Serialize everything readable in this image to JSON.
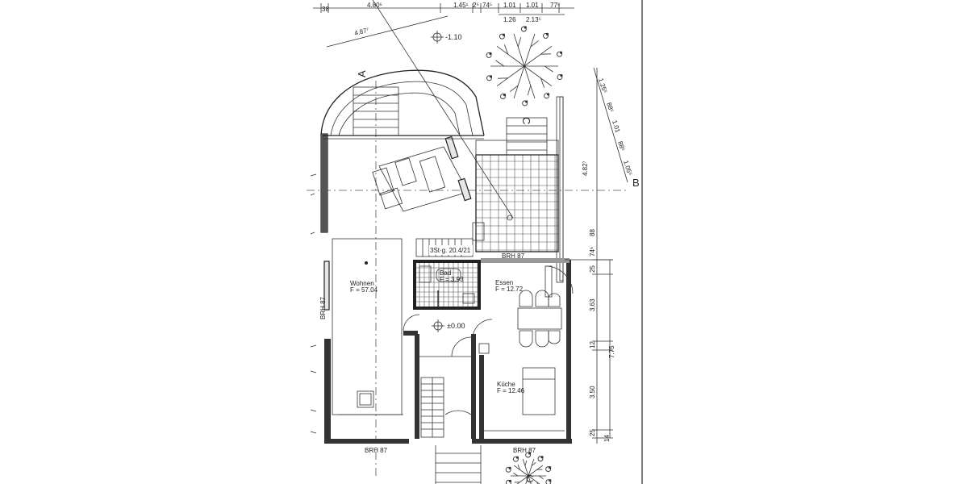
{
  "top_dims": [
    "38",
    "4.80⁶",
    "1.45¹",
    "2⁵",
    "74⁵",
    "1.01",
    "1.01",
    "77⁵",
    "1.26",
    "2.13⁵"
  ],
  "diag_dim": "4.87⁷",
  "level_top": "-1.10",
  "level_main": "±0.00",
  "stair_label": "3St·g. 20.4/21",
  "section_a": "A",
  "section_b": "B",
  "section_c": "C",
  "right_diag_dims": [
    "1.25⁵",
    "88⁵",
    "1.01",
    "88⁵",
    "1.05⁵"
  ],
  "right_dim_total": "4.82⁷",
  "right_dims": [
    "88",
    "74⁵",
    "25",
    "3.63",
    "12",
    "3.50",
    "25",
    "14"
  ],
  "right_total": "7.75",
  "brh_top": "BRH 87",
  "brh_bottom_left": "BRH 87",
  "brh_bottom_right": "BRH 87",
  "brh_side": "BRH 87",
  "rooms": {
    "wohnen": {
      "name": "Wohnen",
      "area": "F = 57.04"
    },
    "bad": {
      "name": "Bad",
      "area": "F = 3.93"
    },
    "essen": {
      "name": "Essen",
      "area": "F = 12.72"
    },
    "kueche": {
      "name": "Küche",
      "area": "F = 12.46"
    }
  },
  "colors": {
    "line": "#222222",
    "wall_fill": "#e6e6e6",
    "paper": "#ffffff"
  }
}
